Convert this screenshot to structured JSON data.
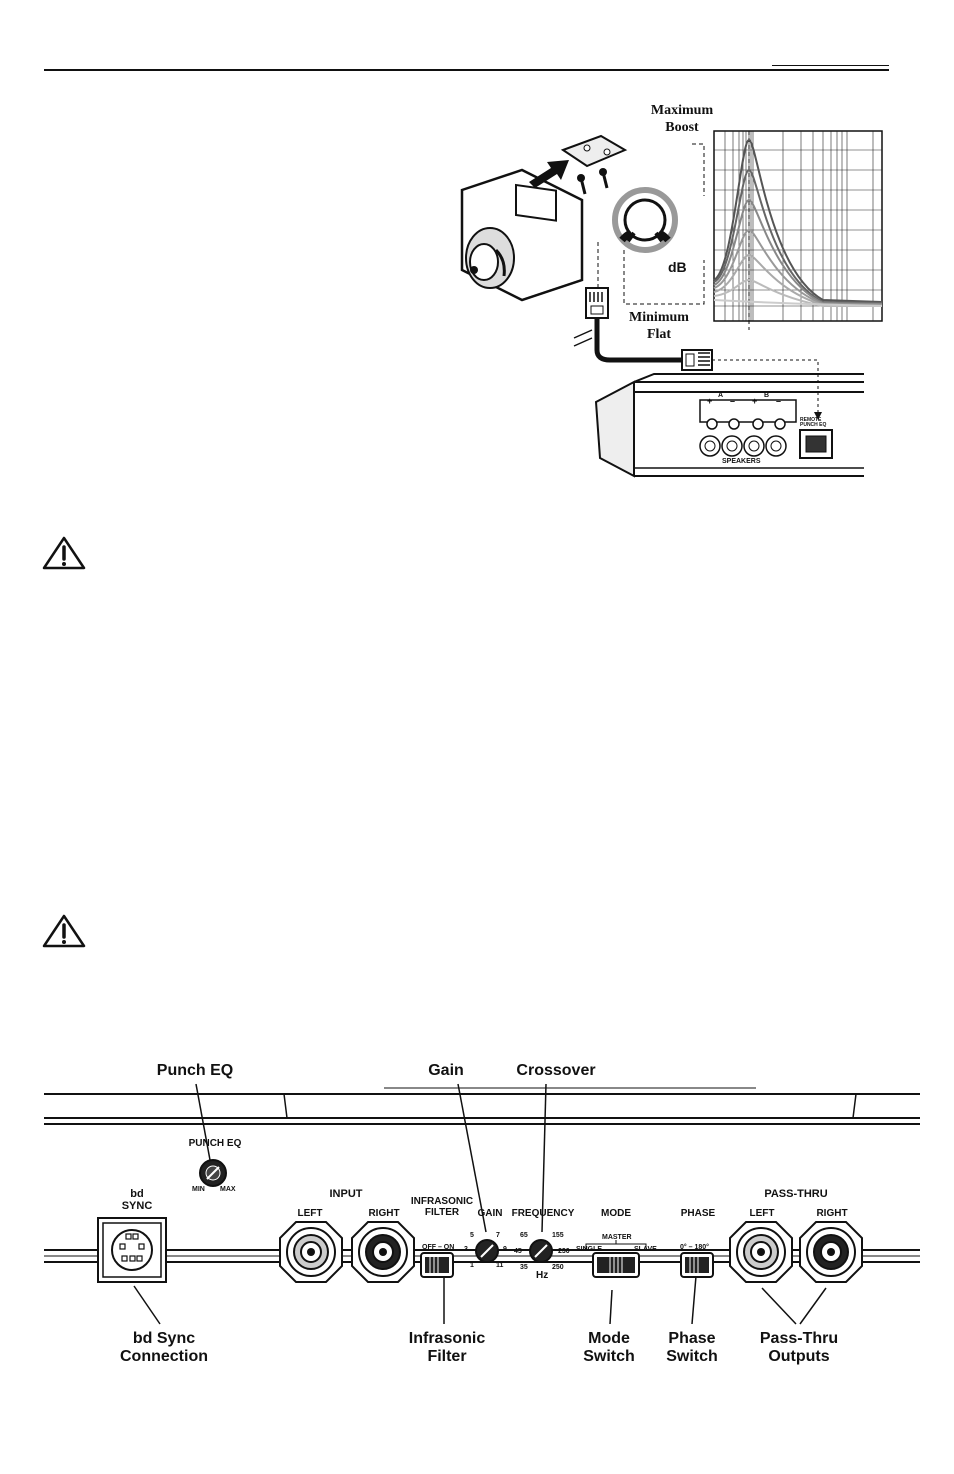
{
  "figure1": {
    "captions": {
      "max_boost": "Maximum\nBoost",
      "min_flat": "Minimum\nFlat",
      "db": "dB"
    },
    "amp_labels": {
      "speakers": "SPEAKERS",
      "remote": "REMOTE\nPUNCH EQ",
      "terminals": [
        "+",
        "A",
        "–",
        "+",
        "B",
        "–"
      ]
    }
  },
  "panel": {
    "callouts": {
      "punch_eq": "Punch EQ",
      "gain": "Gain",
      "crossover": "Crossover",
      "bd_sync": "bd Sync\nConnection",
      "infrasonic": "Infrasonic\nFilter",
      "mode": "Mode\nSwitch",
      "phase": "Phase\nSwitch",
      "pass_thru": "Pass-Thru\nOutputs"
    },
    "labels": {
      "punch_eq": "PUNCH EQ",
      "min": "MIN",
      "max": "MAX",
      "bd_sync": "bd\nSYNC",
      "input": "INPUT",
      "left": "LEFT",
      "right": "RIGHT",
      "infrasonic_filter": "INFRASONIC\nFILTER",
      "off_on": "OFF – ON",
      "gain": "GAIN",
      "frequency": "FREQUENCY",
      "mode": "MODE",
      "master": "MASTER",
      "single": "SINGLE",
      "slave": "SLAVE",
      "phase": "PHASE",
      "phase_range": "0° – 180°",
      "pass_thru": "PASS-THRU",
      "pt_left": "LEFT",
      "pt_right": "RIGHT",
      "hz": "Hz"
    },
    "gain_scale": [
      "5",
      "7",
      "3",
      "9",
      "1",
      "11"
    ],
    "freq_scale": [
      "65",
      "155",
      "45",
      "230",
      "35",
      "250"
    ]
  }
}
